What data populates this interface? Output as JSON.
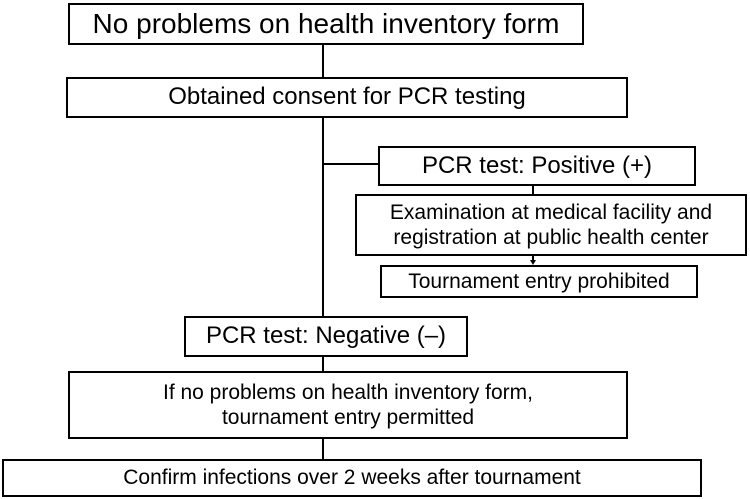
{
  "flowchart": {
    "start": "No problems on health inventory form",
    "consent": "Obtained consent for PCR testing",
    "positive": {
      "label": "PCR test: Positive (+)",
      "examination_line1": "Examination at medical facility and",
      "examination_line2": "registration at public health center",
      "prohibited": "Tournament entry prohibited"
    },
    "negative": {
      "label": "PCR test: Negative (–)",
      "permitted_line1": "If no problems on health inventory form,",
      "permitted_line2": "tournament entry permitted"
    },
    "confirm": "Confirm infections over 2 weeks after tournament"
  }
}
